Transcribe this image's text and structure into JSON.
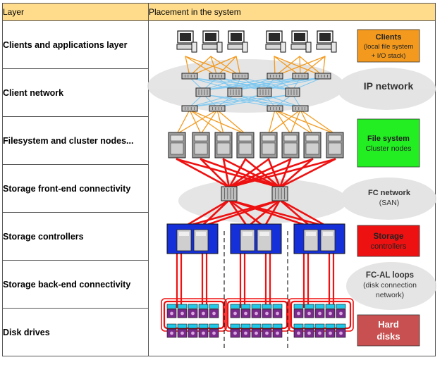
{
  "header": {
    "col_layer": "Layer",
    "col_placement": "Placement in the system"
  },
  "layers": [
    {
      "label": "Clients and applications layer"
    },
    {
      "label": "Client network"
    },
    {
      "label": "Filesystem and cluster nodes..."
    },
    {
      "label": "Storage front-end connectivity"
    },
    {
      "label": "Storage controllers"
    },
    {
      "label": "Storage back-end connectivity"
    },
    {
      "label": "Disk drives"
    }
  ],
  "side_labels": {
    "clients": {
      "line1": "Clients",
      "line2": "(local file system",
      "line3": "+ I/O stack)",
      "color": "#f39a1e"
    },
    "ip_network": {
      "text": "IP network"
    },
    "file_system": {
      "line1": "File system",
      "line2": "Cluster nodes",
      "color": "#22ee22"
    },
    "fc_network": {
      "line1": "FC network",
      "line2": "(SAN)"
    },
    "storage_controllers": {
      "line1": "Storage",
      "line2": "controllers",
      "color": "#ee1111"
    },
    "fcal_loops": {
      "line1": "FC-AL loops",
      "line2": "(disk connection",
      "line3": "network)"
    },
    "hard_disks": {
      "line1": "Hard",
      "line2": "disks",
      "color": "#c85050"
    }
  },
  "colors": {
    "header_bg": "#ffdc8c",
    "orange_link": "#f39a1e",
    "blue_link": "#7fc8f0",
    "red_link": "#ee1111",
    "controller_blue": "#1530d8",
    "disk_cyan": "#22c8e8",
    "disk_purple": "#7a2a8a"
  }
}
